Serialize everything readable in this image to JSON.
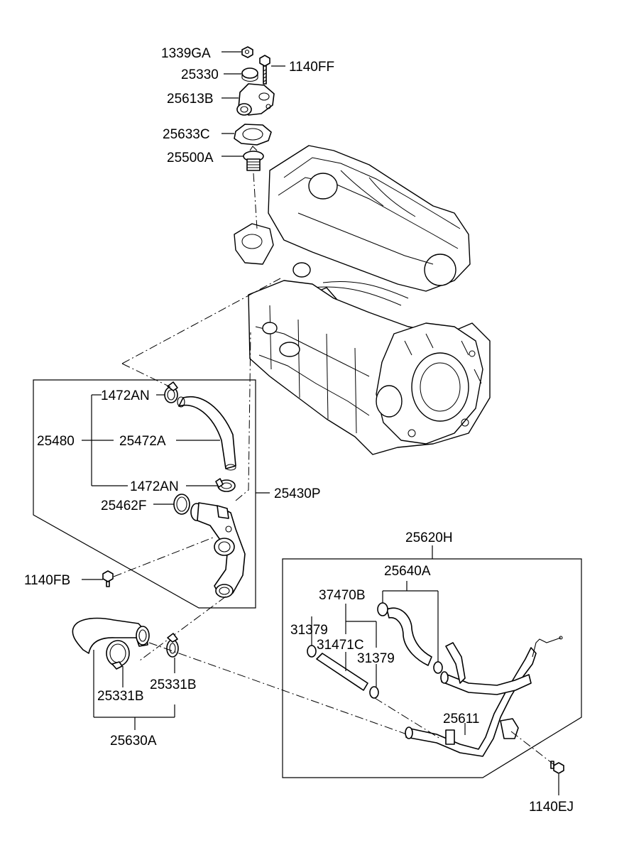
{
  "labels": {
    "p1339GA": "1339GA",
    "p1140FF": "1140FF",
    "p25330": "25330",
    "p25613B": "25613B",
    "p25633C": "25633C",
    "p25500A": "25500A",
    "p1472AN_top": "1472AN",
    "p25480": "25480",
    "p25472A": "25472A",
    "p1472AN_bot": "1472AN",
    "p25430P": "25430P",
    "p25462F": "25462F",
    "p1140FB": "1140FB",
    "p25620H": "25620H",
    "p25640A": "25640A",
    "p37470B": "37470B",
    "p31379_a": "31379",
    "p31471C": "31471C",
    "p31379_b": "31379",
    "p25611": "25611",
    "p25331B_r": "25331B",
    "p25331B_l": "25331B",
    "p25630A": "25630A",
    "p1140EJ": "1140EJ"
  }
}
